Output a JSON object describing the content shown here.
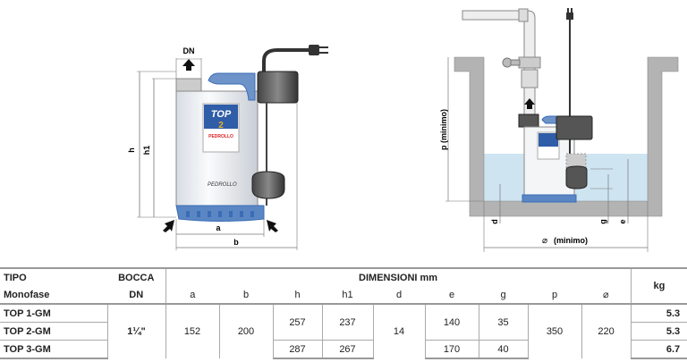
{
  "diagram_left": {
    "labels": {
      "dn": "DN",
      "h": "h",
      "h1": "h1",
      "a": "a",
      "b": "b"
    },
    "pump_badge": {
      "model": "TOP",
      "number": "2",
      "brand": "PEDROLLO"
    },
    "body_brand": "PEDROLLO"
  },
  "diagram_right": {
    "labels": {
      "p": "p  (minimo)",
      "d": "d",
      "g": "g",
      "e": "e",
      "width_symbol": "⌀",
      "width_note": "(minimo)"
    }
  },
  "table": {
    "headers": {
      "tipo": "TIPO",
      "monofase": "Monofase",
      "bocca": "BOCCA",
      "dn": "DN",
      "dimensioni": "DIMENSIONI mm",
      "kg": "kg",
      "cols": [
        "a",
        "b",
        "h",
        "h1",
        "d",
        "e",
        "g",
        "p",
        "⌀"
      ]
    },
    "rows": [
      {
        "model": "TOP 1-GM",
        "kg": "5.3"
      },
      {
        "model": "TOP 2-GM",
        "kg": "5.3"
      },
      {
        "model": "TOP 3-GM",
        "kg": "6.7"
      }
    ],
    "shared": {
      "dn": "1¼\"",
      "a": "152",
      "b": "200",
      "d": "14",
      "p": "350",
      "diam": "220"
    },
    "group12": {
      "h": "257",
      "h1": "237",
      "e": "140",
      "g": "35"
    },
    "group3": {
      "h": "287",
      "h1": "267",
      "e": "170",
      "g": "40"
    }
  },
  "colors": {
    "blue": "#3a6db5",
    "water": "#cfe4f1",
    "wall": "#b3b3b3",
    "float": "#555555"
  }
}
